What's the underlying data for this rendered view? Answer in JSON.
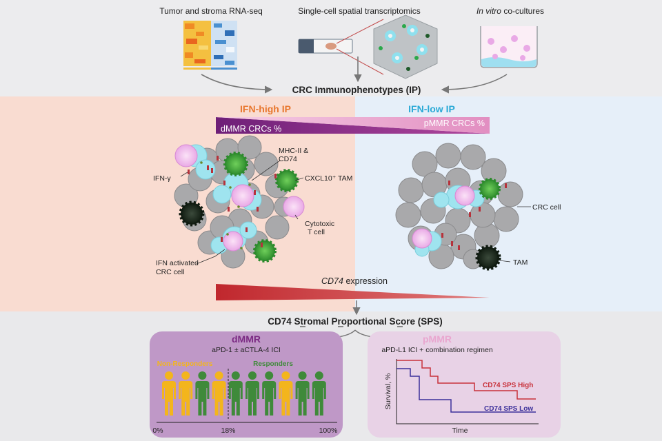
{
  "top": {
    "rnaseq_label": "Tumor and stroma RNA-seq",
    "spatial_label": "Single-cell spatial transcriptomics",
    "invitro_italic": "In vitro",
    "invitro_rest": " co-cultures",
    "ip_title": "CRC Immunophenotypes (IP)"
  },
  "middle": {
    "ifn_high": "IFN-high IP",
    "ifn_low": "IFN-low IP",
    "dmmr_pct": "dMMR CRCs %",
    "pmmr_pct": "pMMR CRCs %",
    "mhc_label_1": "MHC-II &",
    "mhc_label_2": "CD74",
    "cxcl10_label": "CXCL10⁺ TAM",
    "ifng_label": "IFN-γ",
    "cytotoxic_1": "Cytotoxic",
    "cytotoxic_2": "T cell",
    "ifn_activated_1": "IFN activated",
    "ifn_activated_2": "CRC cell",
    "crc_cell": "CRC cell",
    "tam": "TAM",
    "cd74_italic": "CD74",
    "cd74_rest": " expression"
  },
  "sps": {
    "title": "CD74 Stromal Proportional Score (SPS)"
  },
  "dmmr": {
    "title": "dMMR",
    "subtitle": "aPD-1 ± aCTLA-4 ICI",
    "non_responders": "Non-Responders",
    "responders": "Responders",
    "axis": [
      "0%",
      "18%",
      "100%"
    ],
    "people": [
      "non",
      "non",
      "resp",
      "non",
      "resp",
      "resp",
      "resp",
      "non",
      "resp",
      "resp"
    ]
  },
  "pmmr": {
    "title": "pMMR",
    "subtitle": "aPD-L1 ICI + combination regimen",
    "ylabel": "Survival, %",
    "xlabel": "Time",
    "high_label": "CD74 SPS High",
    "low_label": "CD74 SPS Low"
  },
  "colors": {
    "ifn_high": "#e8772e",
    "ifn_low": "#2aa9d6",
    "dmmr": "#7b2a83",
    "pmmr": "#e9a6cf",
    "non_responder": "#f3b51c",
    "responder": "#3f8a3a",
    "cd74_red": "#c63131",
    "sps_high": "#c8313a",
    "sps_low": "#3b2f9a"
  }
}
